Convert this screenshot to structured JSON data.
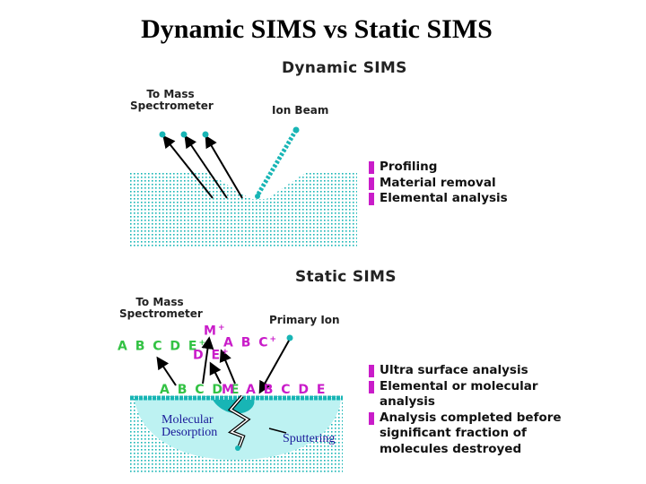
{
  "title": "Dynamic SIMS vs Static SIMS",
  "colors": {
    "teal": "#18b5b5",
    "pale_teal": "#bdf2f2",
    "green": "#33c244",
    "magenta": "#c91cc9",
    "navy": "#1a1a99"
  },
  "dynamic": {
    "heading": "Dynamic SIMS",
    "to_mass_spectrometer": [
      "To Mass",
      "Spectrometer"
    ],
    "ion_beam": "Ion Beam",
    "bullets": [
      "Profiling",
      "Material removal",
      "Elemental analysis"
    ]
  },
  "static": {
    "heading": "Static SIMS",
    "to_mass_spectrometer": [
      "To Mass",
      "Spectrometer"
    ],
    "primary_ion": "Primary Ion",
    "ion_labels": {
      "abcde_plus": "A B C D E",
      "plus": "+",
      "m_plus": "M",
      "abc_plus": "A B C",
      "de_plus": "D E",
      "surface_left": "A B C D E",
      "surface_m": "M",
      "surface_right": "A B C D E"
    },
    "molecular_desorption": [
      "Molecular",
      "Desorption"
    ],
    "sputtering": "Sputtering",
    "bullets": [
      [
        "Ultra surface analysis"
      ],
      [
        "Elemental or molecular",
        "analysis"
      ],
      [
        "Analysis completed before",
        "significant fraction of",
        "molecules destroyed"
      ]
    ]
  }
}
